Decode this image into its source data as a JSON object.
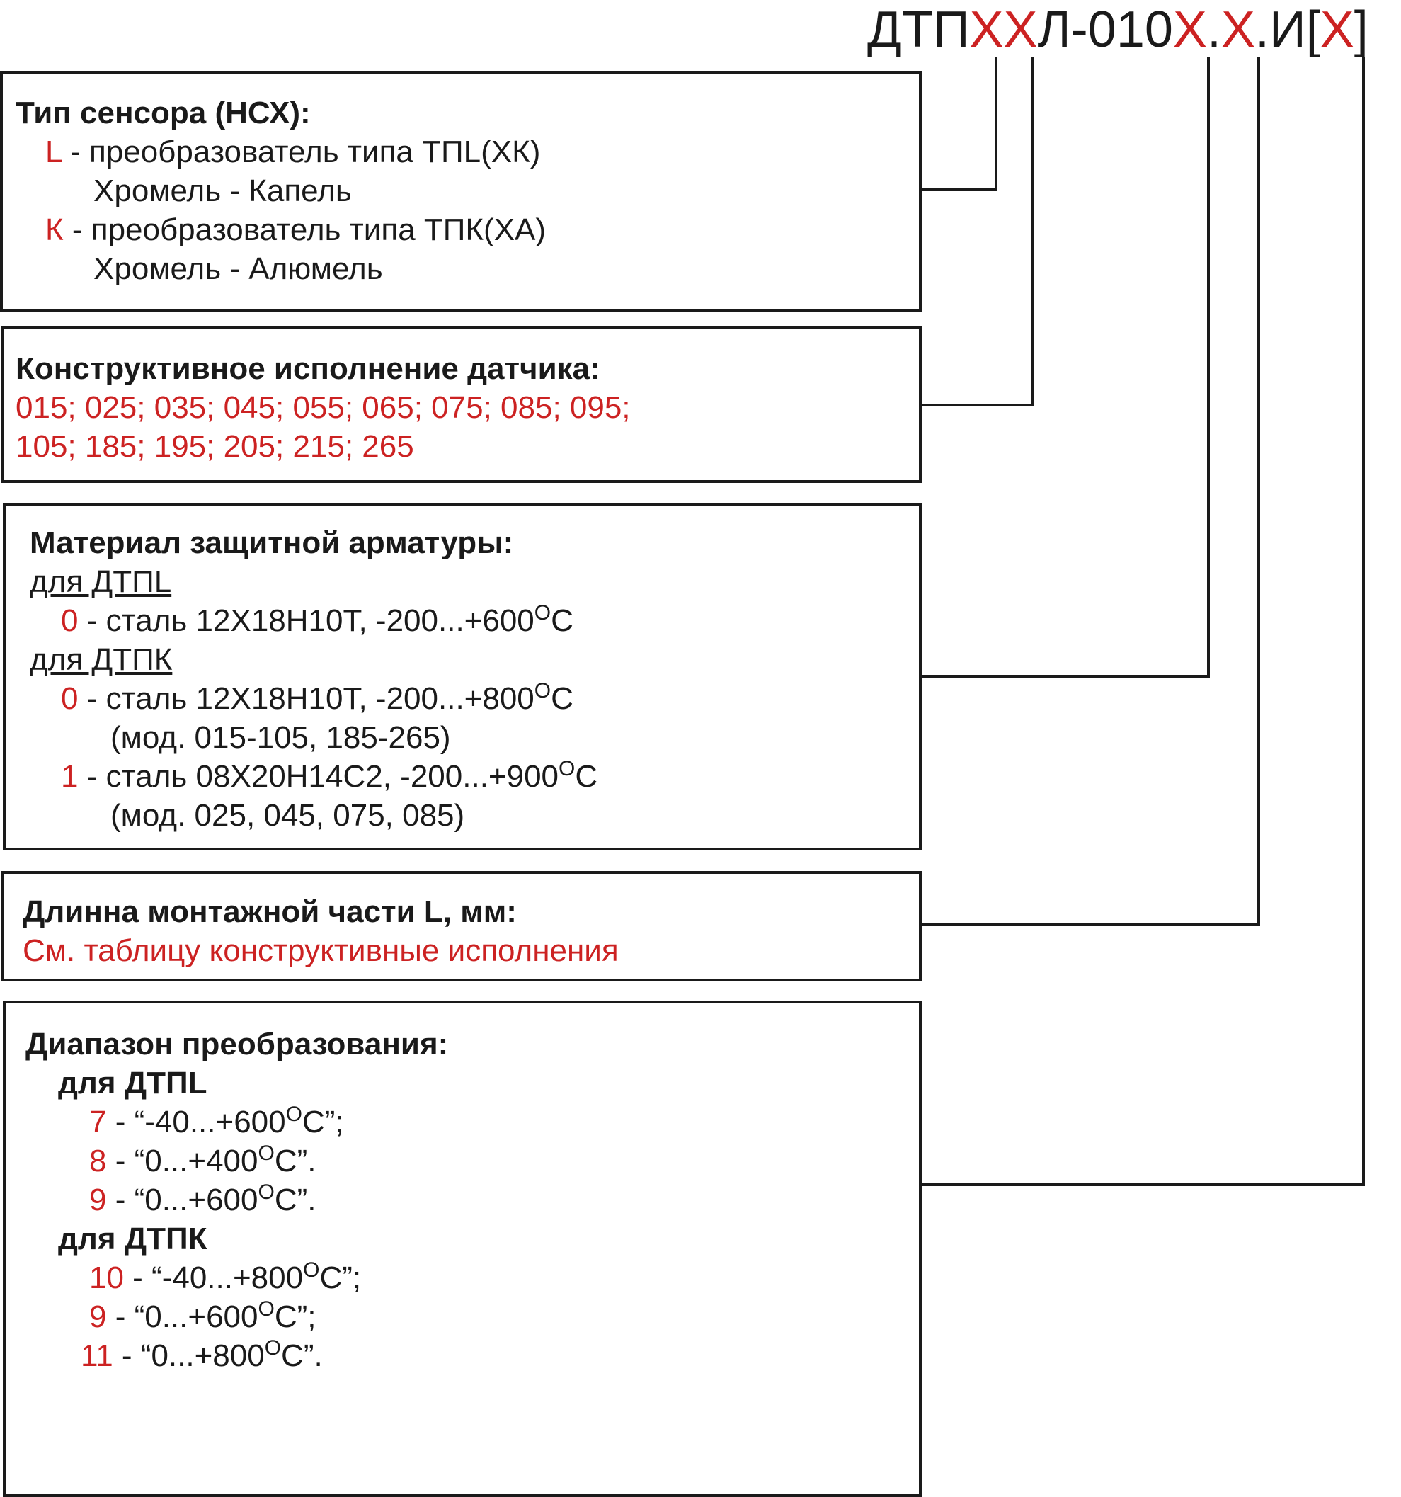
{
  "code": {
    "segments": [
      {
        "text": "ДТП",
        "red": false
      },
      {
        "text": "ХХ",
        "red": true
      },
      {
        "text": "Л-010",
        "red": false
      },
      {
        "text": "Х",
        "red": true
      },
      {
        "text": ".",
        "red": false
      },
      {
        "text": "Х",
        "red": true
      },
      {
        "text": ".И[",
        "red": false
      },
      {
        "text": "Х",
        "red": true
      },
      {
        "text": "]",
        "red": false
      }
    ]
  },
  "colors": {
    "accent": "#cc2222",
    "text": "#1a1a1a"
  },
  "boxes": {
    "sensor": {
      "title": "Тип сенсора (НСХ):",
      "items": [
        {
          "code": "L",
          "desc": " - преобразователь типа ТПL(ХК)",
          "sub": "Хромель - Капель"
        },
        {
          "code": "К",
          "desc": " - преобразователь типа ТПК(ХА)",
          "sub": "Хромель - Алюмель"
        }
      ]
    },
    "design": {
      "title": "Конструктивное исполнение датчика:",
      "line1": "015; 025; 035; 045; 055; 065; 075; 085; 095;",
      "line2": "105; 185; 195; 205; 215; 265"
    },
    "material": {
      "title": "Материал защитной арматуры:",
      "group1": "для ДТПL",
      "g1_item1": {
        "code": "0",
        "desc": " - сталь 12Х18Н10Т, -200...+600",
        "deg": "О",
        "unit": "С"
      },
      "group2": "для ДТПК",
      "g2_item1": {
        "code": "0",
        "desc": " - сталь 12Х18Н10Т, -200...+800",
        "deg": "О",
        "unit": "С",
        "note": "(мод. 015-105, 185-265)"
      },
      "g2_item2": {
        "code": "1",
        "desc": " - сталь 08Х20Н14С2, -200...+900",
        "deg": "О",
        "unit": "С",
        "note": "(мод. 025, 045, 075, 085)"
      }
    },
    "length": {
      "title": "Длинна монтажной части L, мм:",
      "text": "См. таблицу конструктивные исполнения"
    },
    "range": {
      "title": "Диапазон преобразования:",
      "group1": "для ДТПL",
      "g1": [
        {
          "code": "7",
          "pre": " - “-40...+600",
          "deg": "О",
          "post": "С”;"
        },
        {
          "code": "8",
          "pre": " - “0...+400",
          "deg": "О",
          "post": "С”."
        },
        {
          "code": "9",
          "pre": " - “0...+600",
          "deg": "О",
          "post": "С”."
        }
      ],
      "group2": "для ДТПК",
      "g2": [
        {
          "code": "10",
          "pre": " - “-40...+800",
          "deg": "О",
          "post": "С”;"
        },
        {
          "code": "9",
          "pre": " - “0...+600",
          "deg": "О",
          "post": "С”;"
        },
        {
          "code": "11",
          "pre": " - “0...+800",
          "deg": "О",
          "post": "С”."
        }
      ]
    }
  }
}
